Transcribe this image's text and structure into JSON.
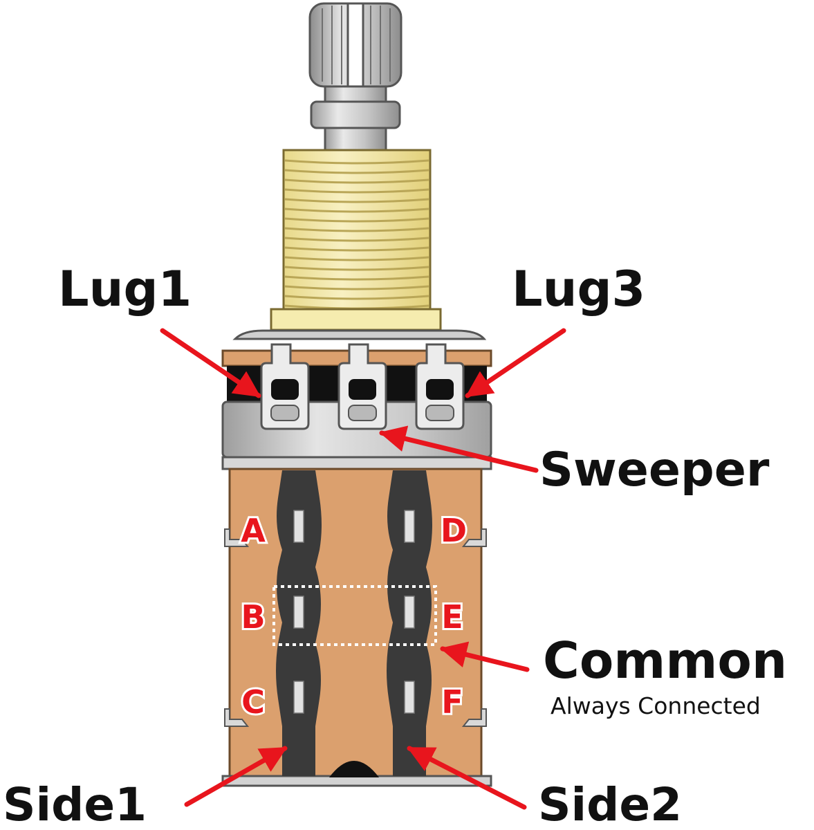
{
  "labels": {
    "lug1": "Lug1",
    "lug3": "Lug3",
    "sweeper": "Sweeper",
    "common": "Common",
    "common_note": "Always Connected",
    "side1": "Side1",
    "side2": "Side2"
  },
  "terminals": {
    "a": "A",
    "b": "B",
    "c": "C",
    "d": "D",
    "e": "E",
    "f": "F"
  },
  "colors": {
    "arrow": "#e8151d",
    "letters": "#e8151d",
    "switch_body": "#dba06e",
    "shaft_thread": "#f1e6a8",
    "contact_strip": "#3a3a3a"
  }
}
